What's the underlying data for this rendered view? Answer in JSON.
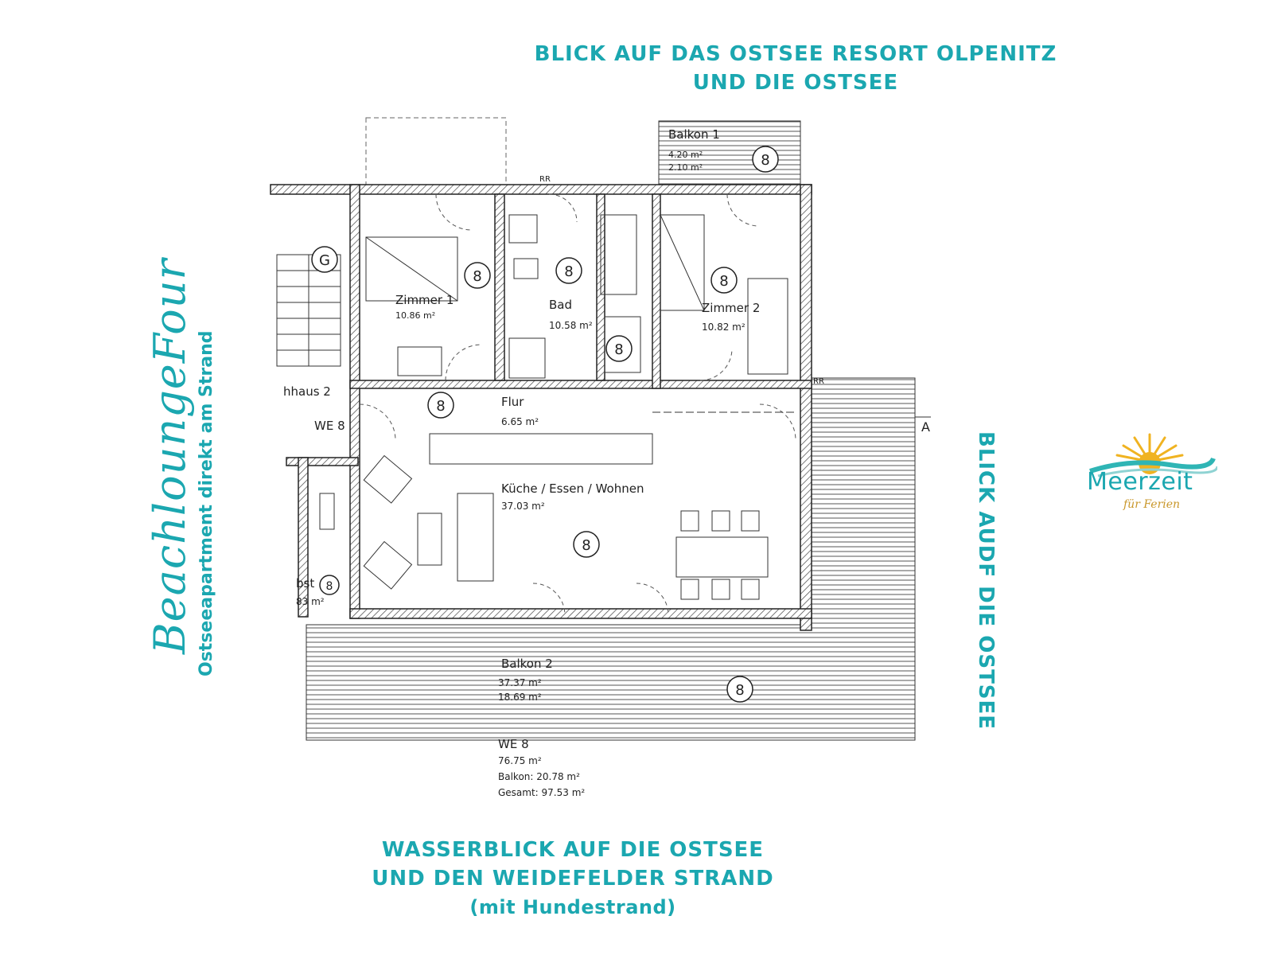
{
  "colors": {
    "accent": "#1ba7b0",
    "logo_sun": "#f0b321",
    "logo_wave": "#2fb5b5",
    "logo_script": "#c9972a"
  },
  "top_heading": {
    "line1": "BLICK AUF DAS OSTSEE RESORT OLPENITZ",
    "line2": "UND DIE OSTSEE"
  },
  "right_label": "BLICK AUDF DIE OSTSEE",
  "bottom_heading": {
    "line1": "WASSERBLICK AUF DIE OSTSEE",
    "line2": "UND DEN WEIDEFELDER STRAND",
    "line3": "(mit Hundestrand)"
  },
  "brand": {
    "script": "BeachloungeFour",
    "tagline": "Ostseeapartment direkt am Strand"
  },
  "logo": {
    "word": "Meerzeit",
    "script": "für Ferien"
  },
  "plan": {
    "unit_marker": "8",
    "stair_label": "G",
    "rr_top": "RR",
    "rr_right": "RR",
    "section_marker": "A",
    "rooms": {
      "balkon1": {
        "name": "Balkon 1",
        "area1": "4.20 m²",
        "area2": "2.10 m²"
      },
      "zimmer1": {
        "name": "Zimmer 1",
        "area": "10.86 m²"
      },
      "bad": {
        "name": "Bad",
        "area": "10.58 m²"
      },
      "zimmer2": {
        "name": "Zimmer 2",
        "area": "10.82 m²"
      },
      "flur": {
        "name": "Flur",
        "area": "6.65 m²"
      },
      "kueche": {
        "name": "Küche / Essen / Wohnen",
        "area": "37.03 m²"
      },
      "treppenhaus": {
        "name": "hhaus 2"
      },
      "we_label": {
        "name": "WE 8"
      },
      "abst": {
        "name": "bst",
        "area": "83 m²"
      },
      "balkon2": {
        "name": "Balkon 2",
        "area1": "37.37 m²",
        "area2": "18.69 m²"
      }
    },
    "summary": {
      "title": "WE 8",
      "area": "76.75 m²",
      "balkon": "Balkon: 20.78 m²",
      "gesamt": "Gesamt: 97.53 m²"
    }
  }
}
